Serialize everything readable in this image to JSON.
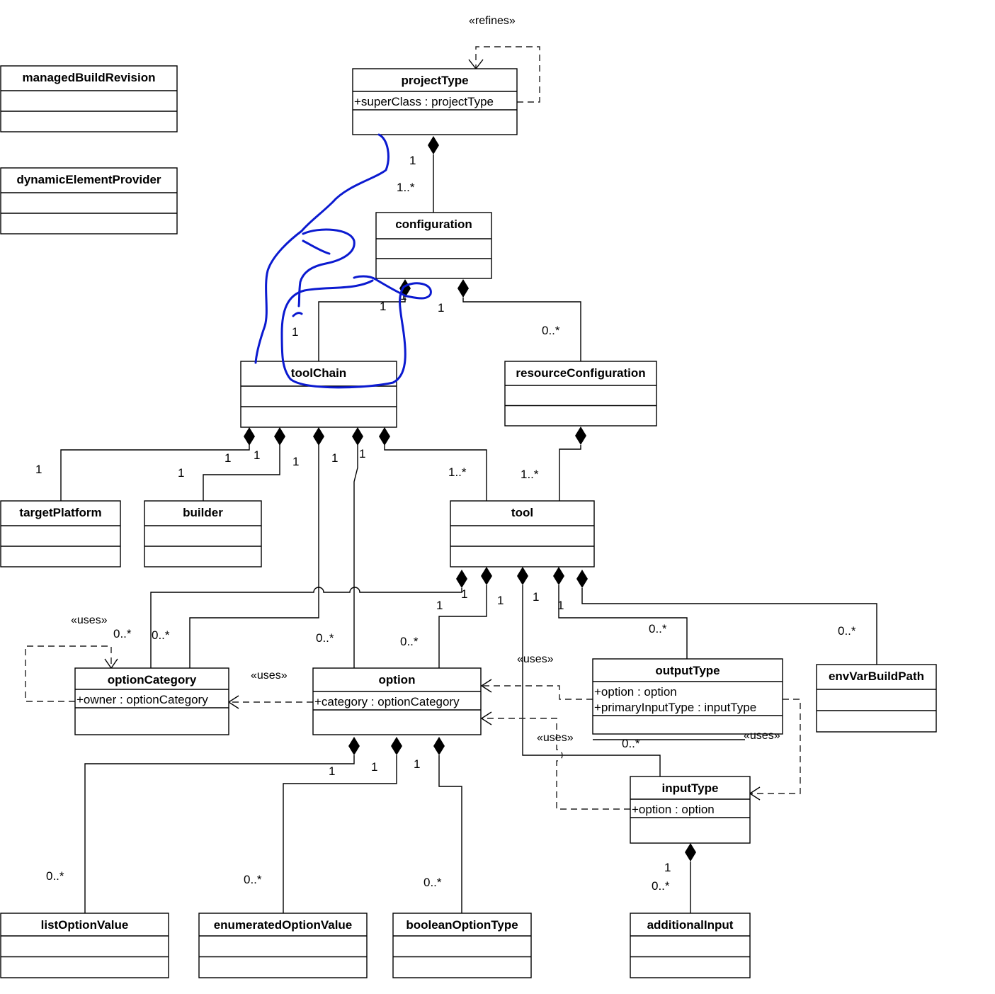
{
  "classes": [
    {
      "id": "managedBuildRevision",
      "name": "managedBuildRevision",
      "attributes": []
    },
    {
      "id": "dynamicElementProvider",
      "name": "dynamicElementProvider",
      "attributes": []
    },
    {
      "id": "projectType",
      "name": "projectType",
      "attributes": [
        "+superClass : projectType"
      ]
    },
    {
      "id": "configuration",
      "name": "configuration",
      "attributes": []
    },
    {
      "id": "toolChain",
      "name": "toolChain",
      "attributes": []
    },
    {
      "id": "resourceConfiguration",
      "name": "resourceConfiguration",
      "attributes": []
    },
    {
      "id": "targetPlatform",
      "name": "targetPlatform",
      "attributes": []
    },
    {
      "id": "builder",
      "name": "builder",
      "attributes": []
    },
    {
      "id": "tool",
      "name": "tool",
      "attributes": []
    },
    {
      "id": "optionCategory",
      "name": "optionCategory",
      "attributes": [
        "+owner : optionCategory"
      ]
    },
    {
      "id": "option",
      "name": "option",
      "attributes": [
        "+category : optionCategory"
      ]
    },
    {
      "id": "outputType",
      "name": "outputType",
      "attributes": [
        "+option : option",
        "+primaryInputType : inputType"
      ]
    },
    {
      "id": "envVarBuildPath",
      "name": "envVarBuildPath",
      "attributes": []
    },
    {
      "id": "inputType",
      "name": "inputType",
      "attributes": [
        "+option : option"
      ]
    },
    {
      "id": "listOptionValue",
      "name": "listOptionValue",
      "attributes": []
    },
    {
      "id": "enumeratedOptionValue",
      "name": "enumeratedOptionValue",
      "attributes": []
    },
    {
      "id": "booleanOptionType",
      "name": "booleanOptionType",
      "attributes": []
    },
    {
      "id": "additionalInput",
      "name": "additionalInput",
      "attributes": []
    }
  ],
  "multiplicities": [
    {
      "id": "pt-config-1",
      "text": "1"
    },
    {
      "id": "pt-config-many",
      "text": "1..*"
    },
    {
      "id": "cfg-tc-1a",
      "text": "1"
    },
    {
      "id": "cfg-tc-1b",
      "text": "1"
    },
    {
      "id": "cfg-rc-1",
      "text": "1"
    },
    {
      "id": "cfg-rc-many",
      "text": "0..*"
    },
    {
      "id": "tc-tp-1a",
      "text": "1"
    },
    {
      "id": "tc-tp-1b",
      "text": "1"
    },
    {
      "id": "tc-b-1a",
      "text": "1"
    },
    {
      "id": "tc-b-1b",
      "text": "1"
    },
    {
      "id": "tc-oc-1",
      "text": "1"
    },
    {
      "id": "tc-opt-1a",
      "text": "1"
    },
    {
      "id": "tc-opt-1b",
      "text": "1"
    },
    {
      "id": "tc-tool-many",
      "text": "1..*"
    },
    {
      "id": "rc-tool-many",
      "text": "1..*"
    },
    {
      "id": "oc-a-many",
      "text": "0..*"
    },
    {
      "id": "oc-b-many",
      "text": "0..*"
    },
    {
      "id": "opt-tc-many",
      "text": "0..*"
    },
    {
      "id": "tool-oc-1a",
      "text": "1"
    },
    {
      "id": "tool-oc-1b",
      "text": "1"
    },
    {
      "id": "tool-opt-1",
      "text": "1"
    },
    {
      "id": "tool-opt-many",
      "text": "0..*"
    },
    {
      "id": "tool-it-1",
      "text": "1"
    },
    {
      "id": "tool-ot-1",
      "text": "1"
    },
    {
      "id": "tool-ot-many",
      "text": "0..*"
    },
    {
      "id": "tool-env-many",
      "text": "0..*"
    },
    {
      "id": "tool-it-many",
      "text": "0..*"
    },
    {
      "id": "opt-lov-1",
      "text": "1"
    },
    {
      "id": "opt-eov-1",
      "text": "1"
    },
    {
      "id": "opt-bot-1",
      "text": "1"
    },
    {
      "id": "opt-lov-many",
      "text": "0..*"
    },
    {
      "id": "opt-eov-many",
      "text": "0..*"
    },
    {
      "id": "opt-bot-many",
      "text": "0..*"
    },
    {
      "id": "it-ai-1",
      "text": "1"
    },
    {
      "id": "it-ai-many",
      "text": "0..*"
    },
    {
      "id": "hand-1",
      "text": "1"
    }
  ],
  "stereotypes": [
    {
      "id": "refines",
      "text": "«refines»"
    },
    {
      "id": "uses-oc-self",
      "text": "«uses»"
    },
    {
      "id": "uses-opt-oc",
      "text": "«uses»"
    },
    {
      "id": "uses-ot-opt",
      "text": "«uses»"
    },
    {
      "id": "uses-it-opt",
      "text": "«uses»"
    },
    {
      "id": "uses-ot-it",
      "text": "«uses»"
    }
  ],
  "colors": {
    "line": "#000000",
    "ink": "#0b1ad0",
    "background": "#ffffff"
  }
}
